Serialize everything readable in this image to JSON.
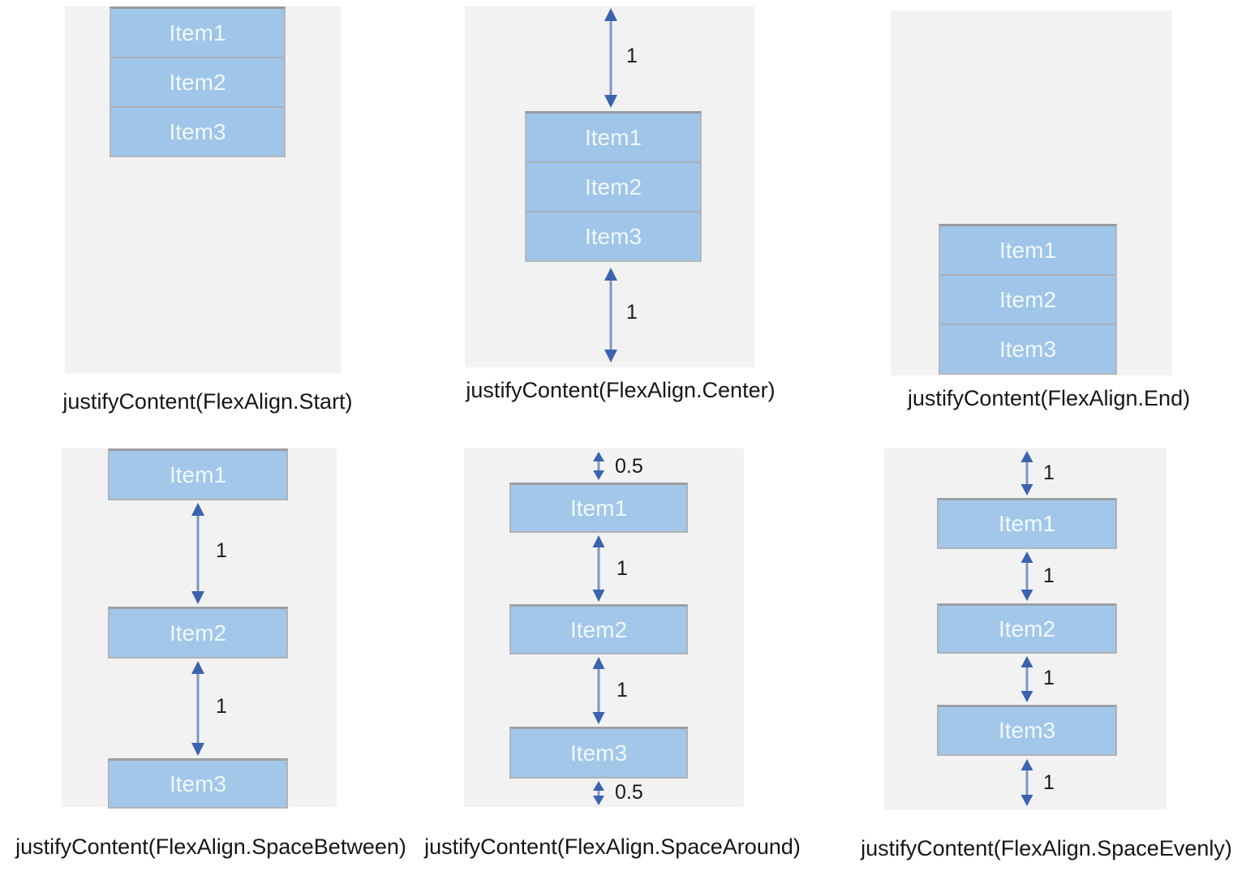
{
  "figure": {
    "topic": "Flex justifyContent vertical alignment examples"
  },
  "colors": {
    "item_fill": "#9fc5e8",
    "container_bg": "#f2f2f3",
    "item_text": "#f0f8fd",
    "arrow_head": "#3b64ae",
    "arrow_shaft": "#8296c1",
    "caption_text": "#161616"
  },
  "panels": [
    {
      "caption": "justifyContent(FlexAlign.Start)",
      "items": [
        "Item1",
        "Item2",
        "Item3"
      ],
      "gaps": []
    },
    {
      "caption": "justifyContent(FlexAlign.Center)",
      "items": [
        "Item1",
        "Item2",
        "Item3"
      ],
      "gaps": [
        "1",
        "1"
      ]
    },
    {
      "caption": "justifyContent(FlexAlign.End)",
      "items": [
        "Item1",
        "Item2",
        "Item3"
      ],
      "gaps": []
    },
    {
      "caption": "justifyContent(FlexAlign.SpaceBetween)",
      "items": [
        "Item1",
        "Item2",
        "Item3"
      ],
      "gaps": [
        "1",
        "1"
      ]
    },
    {
      "caption": "justifyContent(FlexAlign.SpaceAround)",
      "items": [
        "Item1",
        "Item2",
        "Item3"
      ],
      "gaps": [
        "0.5",
        "1",
        "1",
        "0.5"
      ]
    },
    {
      "caption": "justifyContent(FlexAlign.SpaceEvenly)",
      "items": [
        "Item1",
        "Item2",
        "Item3"
      ],
      "gaps": [
        "1",
        "1",
        "1",
        "1"
      ]
    }
  ]
}
